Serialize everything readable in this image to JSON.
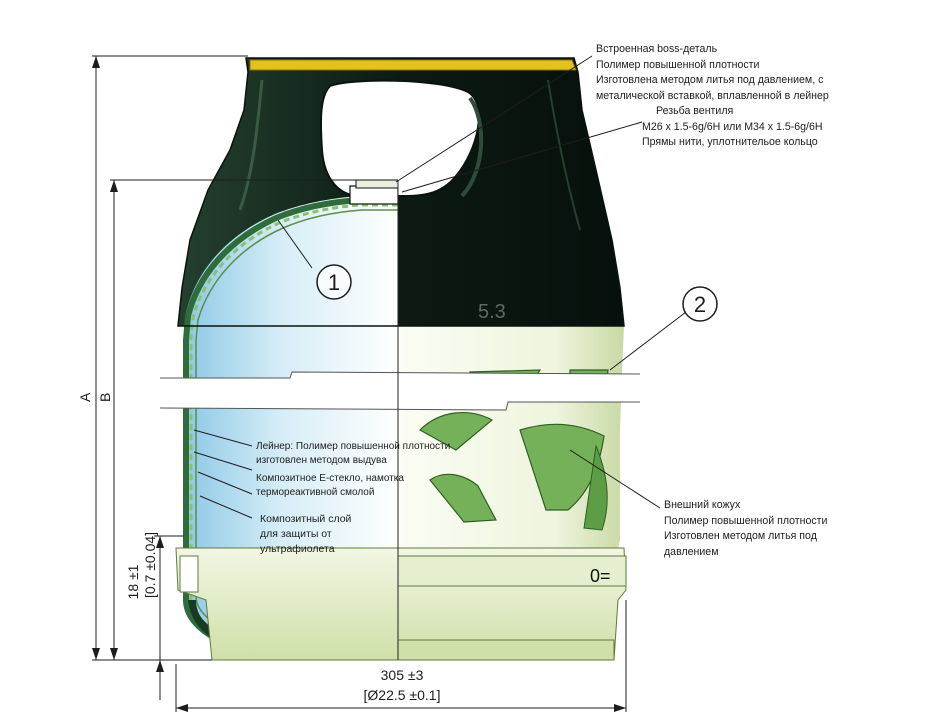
{
  "annotations": {
    "top_block": {
      "lines": [
        "Встроенная boss-деталь",
        "Полимер повышенной плотности",
        "Изготовлена методом литья под давлением, с",
        "металической вставкой, вплавленной в лейнер"
      ]
    },
    "thread_block": {
      "lines": [
        "Резьба  вентиля",
        "M26 x 1.5-6g/6H или M34 x 1.5-6g/6H",
        "Прямы нити, уплотнительое кольцо"
      ]
    },
    "liner_block": {
      "lines": [
        "Лейнер: Полимер повышенной плотности",
        "изготовлен методом выдува"
      ]
    },
    "composite_block": {
      "lines": [
        "Композитное Е-стекло, намотка",
        "термореактивной смолой"
      ]
    },
    "uv_block": {
      "lines": [
        "Композитный слой",
        "для защиты от",
        "ультрафиолета"
      ]
    },
    "shell_block": {
      "lines": [
        "Внешний кожух",
        "Полимер повышенной плотности",
        "Изготовлен методом литья под",
        "давлением"
      ]
    }
  },
  "callouts": {
    "one": "1",
    "two": "2"
  },
  "dimensions": {
    "height_a": "A",
    "height_b": "B",
    "small_height": "18 ±1",
    "small_height_inch": "[0.7 ±0.04]",
    "width": "305 ±3",
    "width_inch": "[Ø22.5 ±0.1]"
  },
  "body_marking": "5.3",
  "colors": {
    "handle_black": "#0f1f17",
    "top_yellow": "#e3c21c",
    "liner_blue": "#a7d6ee",
    "shell_light": "#eef4de",
    "shell_green": "#75b159",
    "base_green": "#dfe9c5"
  }
}
